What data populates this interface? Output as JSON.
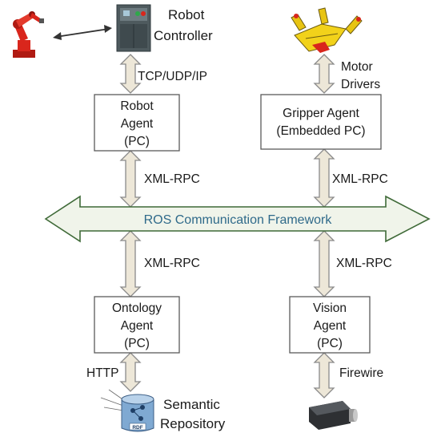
{
  "colors": {
    "box_border": "#5a5a5a",
    "arrow_fill": "#ede7d8",
    "arrow_stroke": "#8a8a8a",
    "ros_fill": "#f0f4ea",
    "ros_stroke": "#3f6a38",
    "ros_text": "#2f6a8a",
    "robot_red": "#d9261c"
  },
  "labels": {
    "robot_controller": [
      "Robot",
      "Controller"
    ],
    "motor_drivers": [
      "Motor",
      "Drivers"
    ],
    "tcp_udp_ip": "TCP/UDP/IP",
    "xml_rpc_top_left": "XML-RPC",
    "xml_rpc_top_right": "XML-RPC",
    "xml_rpc_bottom_left": "XML-RPC",
    "xml_rpc_bottom_right": "XML-RPC",
    "ros_framework": "ROS Communication Framework",
    "http": "HTTP",
    "firewire": "Firewire",
    "semantic_repository": [
      "Semantic",
      "Repository"
    ],
    "rdf_badge": "RDF"
  },
  "boxes": {
    "robot_agent": [
      "Robot",
      "Agent",
      "(PC)"
    ],
    "gripper_agent": [
      "Gripper Agent",
      "(Embedded PC)"
    ],
    "ontology_agent": [
      "Ontology",
      "Agent",
      "(PC)"
    ],
    "vision_agent": [
      "Vision",
      "Agent",
      "(PC)"
    ]
  },
  "icons": {
    "robot_arm": "industrial-robot-arm-icon",
    "controller_cabinet": "controller-cabinet-icon",
    "gripper": "robotic-gripper-icon",
    "database": "semantic-database-icon",
    "camera": "industrial-camera-icon"
  }
}
